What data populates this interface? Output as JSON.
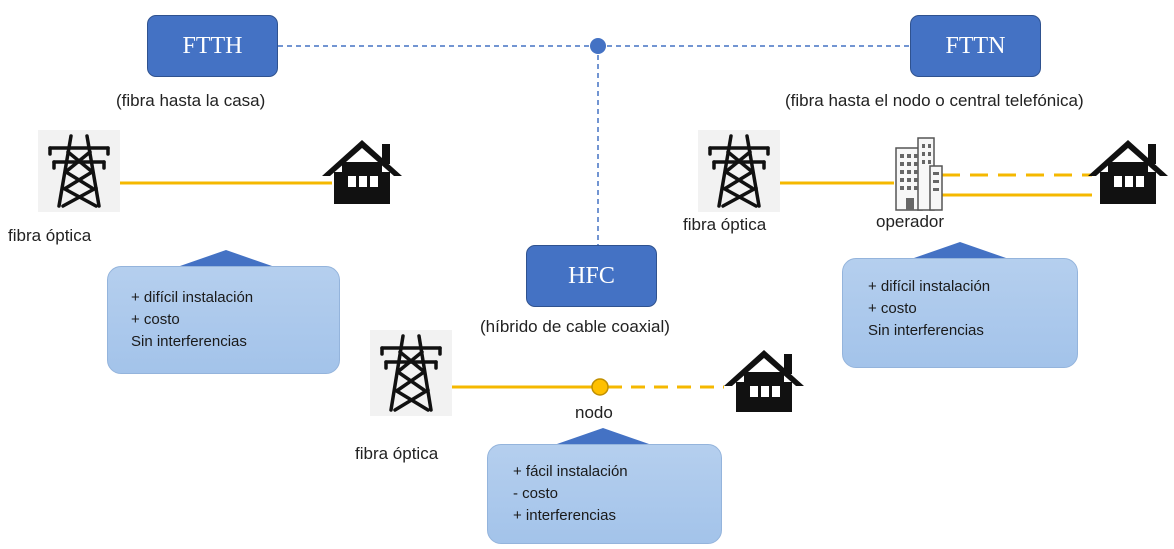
{
  "nodes": {
    "ftth": {
      "label": "FTTH",
      "subtitle": "(fibra hasta la casa)"
    },
    "fttn": {
      "label": "FTTN",
      "subtitle": "(fibra hasta el nodo o central telefónica)"
    },
    "hfc": {
      "label": "HFC",
      "subtitle": "(híbrido de cable coaxial)"
    }
  },
  "labels": {
    "fiber_left": "fibra óptica",
    "fiber_right": "fibra óptica",
    "fiber_bottom": "fibra óptica",
    "operator": "operador",
    "node": "nodo"
  },
  "callouts": {
    "ftth": [
      "+ difícil instalación",
      "+ costo",
      "Sin interferencias"
    ],
    "fttn": [
      "+ difícil instalación",
      "+ costo",
      "Sin interferencias"
    ],
    "hfc": [
      "+ fácil instalación",
      "- costo",
      "+ interferencias"
    ]
  },
  "icons": [
    "transmission-tower-icon",
    "house-icon",
    "office-building-icon"
  ],
  "colors": {
    "box": "#4472c4",
    "fiber": "#f5b800",
    "callout": "#a9c8ec",
    "connector": "#4472c4"
  }
}
